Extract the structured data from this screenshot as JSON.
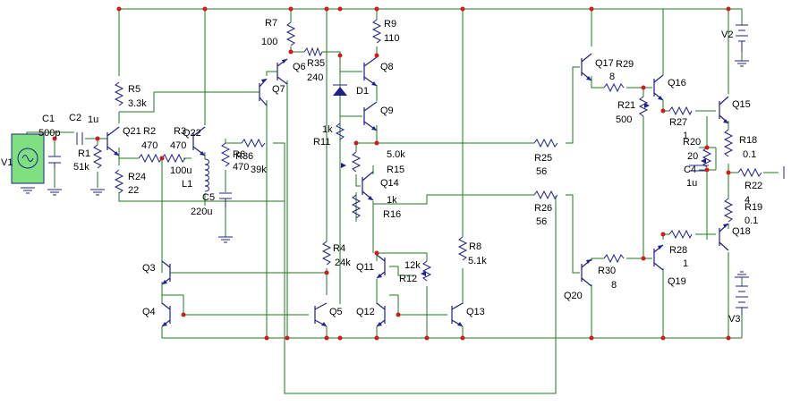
{
  "schematic": {
    "components": [
      {
        "ref": "V1",
        "value": ""
      },
      {
        "ref": "V2",
        "value": ""
      },
      {
        "ref": "V3",
        "value": ""
      },
      {
        "ref": "C1",
        "value": "500p"
      },
      {
        "ref": "C2",
        "value": "1u"
      },
      {
        "ref": "C4",
        "value": "1u"
      },
      {
        "ref": "C5",
        "value": "220u"
      },
      {
        "ref": "L1",
        "value": ""
      },
      {
        "ref": "D1",
        "value": ""
      },
      {
        "ref": "R1",
        "value": "51k"
      },
      {
        "ref": "R2",
        "value": "470"
      },
      {
        "ref": "R3",
        "value": "470"
      },
      {
        "ref": "R4",
        "value": "24k"
      },
      {
        "ref": "R5",
        "value": "3.3k"
      },
      {
        "ref": "R6",
        "value": "470"
      },
      {
        "ref": "R7",
        "value": "100"
      },
      {
        "ref": "R8",
        "value": "5.1k"
      },
      {
        "ref": "R9",
        "value": "110"
      },
      {
        "ref": "R11",
        "value": "1k"
      },
      {
        "ref": "R12",
        "value": "12k"
      },
      {
        "ref": "R15",
        "value": "5.0k"
      },
      {
        "ref": "R16",
        "value": "1k"
      },
      {
        "ref": "R18",
        "value": "0.1"
      },
      {
        "ref": "R19",
        "value": "0.1"
      },
      {
        "ref": "R20",
        "value": "20"
      },
      {
        "ref": "R21",
        "value": "500"
      },
      {
        "ref": "R22",
        "value": "4"
      },
      {
        "ref": "R24",
        "value": "22"
      },
      {
        "ref": "R25",
        "value": "56"
      },
      {
        "ref": "R26",
        "value": "56"
      },
      {
        "ref": "R27",
        "value": "1"
      },
      {
        "ref": "R28",
        "value": "1"
      },
      {
        "ref": "R29",
        "value": "8"
      },
      {
        "ref": "R30",
        "value": "8"
      },
      {
        "ref": "R35",
        "value": "240"
      },
      {
        "ref": "R36",
        "value": "39k"
      },
      {
        "ref": "Q3",
        "value": ""
      },
      {
        "ref": "Q4",
        "value": ""
      },
      {
        "ref": "Q5",
        "value": ""
      },
      {
        "ref": "Q6",
        "value": ""
      },
      {
        "ref": "Q7",
        "value": ""
      },
      {
        "ref": "Q8",
        "value": ""
      },
      {
        "ref": "Q9",
        "value": ""
      },
      {
        "ref": "Q11",
        "value": ""
      },
      {
        "ref": "Q12",
        "value": ""
      },
      {
        "ref": "Q13",
        "value": ""
      },
      {
        "ref": "Q14",
        "value": ""
      },
      {
        "ref": "Q15",
        "value": ""
      },
      {
        "ref": "Q16",
        "value": ""
      },
      {
        "ref": "Q17",
        "value": ""
      },
      {
        "ref": "Q18",
        "value": ""
      },
      {
        "ref": "Q19",
        "value": ""
      },
      {
        "ref": "Q20",
        "value": ""
      },
      {
        "ref": "Q21",
        "value": ""
      },
      {
        "ref": "Q22",
        "value": ""
      }
    ],
    "extra_text": [
      {
        "id": "r100u",
        "text": "100u"
      }
    ],
    "colors": {
      "wire": "#1f7a1f",
      "component": "#20208a",
      "node": "#d11a1a",
      "source_fill": "#7ee07e",
      "text": "#000000"
    }
  }
}
